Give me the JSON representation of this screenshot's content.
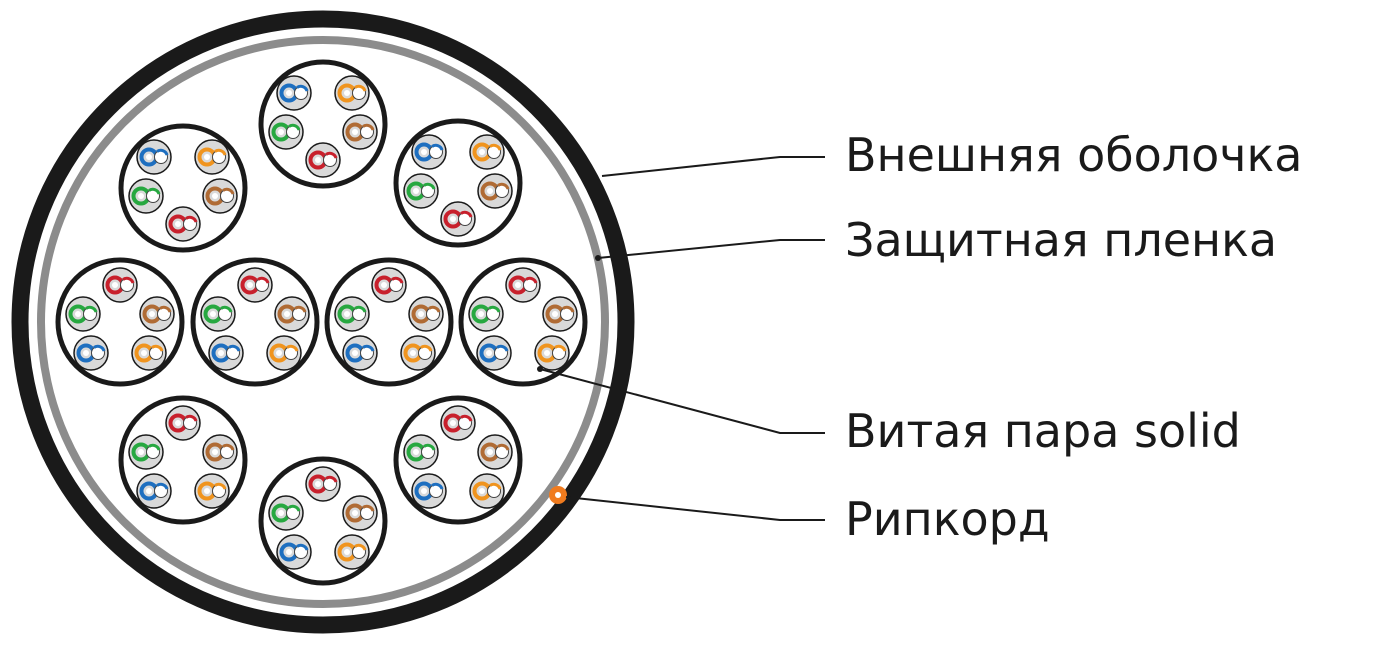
{
  "labels": {
    "outer_jacket": "Внешняя оболочка",
    "protective_film": "Защитная пленка",
    "twisted_pair": "Витая пара solid",
    "ripcord": "Рипкорд"
  },
  "colors": {
    "jacket": "#1a1a1a",
    "film": "#8c8c8c",
    "pair_background": "#d9d9d9",
    "blue": "#1e6fc0",
    "orange": "#f0941e",
    "green": "#27a840",
    "brown": "#b06b34",
    "red": "#c8202c",
    "ripcord": "#f07b1e"
  },
  "pair_colors": [
    "blue",
    "orange",
    "green",
    "brown",
    "red"
  ]
}
